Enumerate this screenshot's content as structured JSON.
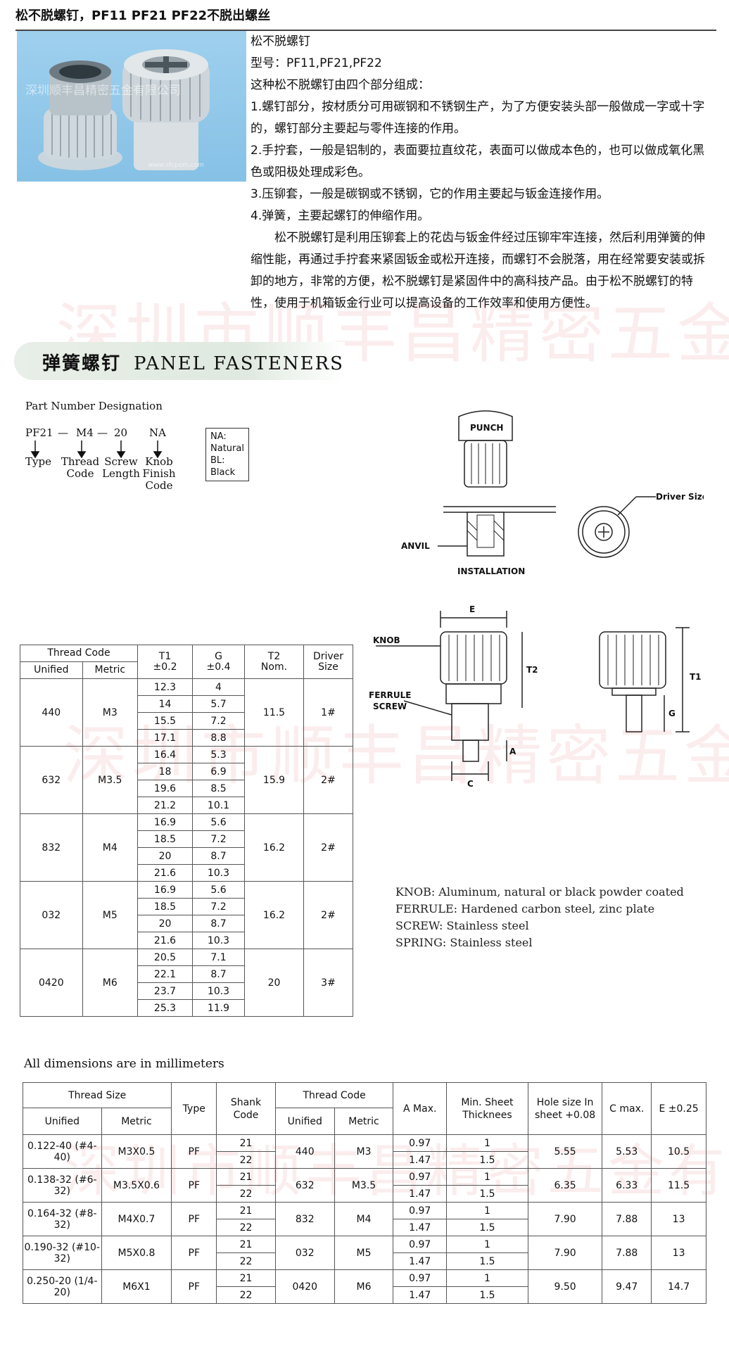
{
  "page_title": "松不脱螺钉，PF11 PF21 PF22不脱出螺丝",
  "photo": {
    "watermark": "深圳顺丰昌精密五金有限公司",
    "url": "www.sfcpem.com"
  },
  "intro": {
    "heading": "松不脱螺钉",
    "model": "型号：PF11,PF21,PF22",
    "lead": "这种松不脱螺钉由四个部分组成：",
    "item1": "1.螺钉部分，按材质分可用碳钢和不锈钢生产，为了方便安装头部一般做成一字或十字的，螺钉部分主要起与零件连接的作用。",
    "item2": "2.手拧套，一般是铝制的，表面要拉直纹花，表面可以做成本色的，也可以做成氧化黑色或阳极处理成彩色。",
    "item3": "3.压铆套，一般是碳钢或不锈钢，它的作用主要起与钣金连接作用。",
    "item4": "4.弹簧，主要起螺钉的伸缩作用。",
    "paragraph": "松不脱螺钉是利用压铆套上的花齿与钣金件经过压铆牢牢连接，然后利用弹簧的伸缩性能，再通过手拧套来紧固钣金或松开连接，而螺钉不会脱落，用在经常要安装或拆卸的地方，非常的方便，松不脱螺钉是紧固件中的高科技产品。由于松不脱螺钉的特性，使用于机箱钣金行业可以提高设备的工作效率和使用方便性。"
  },
  "banner": {
    "cn": "弹簧螺钉",
    "en": "PANEL FASTENERS"
  },
  "watermark_big": "深圳市顺丰昌精密五金有限公司",
  "part_number": {
    "title": "Part Number Designation",
    "codes": [
      "PF21",
      "—",
      "M4",
      "—",
      "20",
      "NA"
    ],
    "labels": [
      "Type",
      "Thread Code",
      "Screw Length",
      "Knob Finish Code"
    ],
    "finish_box": [
      "NA: Natural",
      "BL: Black"
    ]
  },
  "installation_drawing": {
    "punch": "PUNCH",
    "anvil": "ANVIL",
    "installation": "INSTALLATION",
    "driver_size": "Driver Size"
  },
  "dimension_drawing": {
    "knob": "KNOB",
    "ferrule": "FERRULE",
    "screw": "SCREW",
    "E": "E",
    "T2": "T2",
    "T1": "T1",
    "G": "G",
    "A": "A",
    "C": "C"
  },
  "table1": {
    "headers": {
      "thread_code": "Thread Code",
      "unified": "Unified",
      "metric": "Metric",
      "t1": "T1",
      "t1_tol": "±0.2",
      "g": "G",
      "g_tol": "±0.4",
      "t2": "T2",
      "t2_sub": "Nom.",
      "driver": "Driver",
      "driver_sub": "Size"
    },
    "groups": [
      {
        "unified": "440",
        "metric": "M3",
        "t2": "11.5",
        "driver": "1#",
        "rows": [
          [
            "12.3",
            "4"
          ],
          [
            "14",
            "5.7"
          ],
          [
            "15.5",
            "7.2"
          ],
          [
            "17.1",
            "8.8"
          ]
        ]
      },
      {
        "unified": "632",
        "metric": "M3.5",
        "t2": "15.9",
        "driver": "2#",
        "rows": [
          [
            "16.4",
            "5.3"
          ],
          [
            "18",
            "6.9"
          ],
          [
            "19.6",
            "8.5"
          ],
          [
            "21.2",
            "10.1"
          ]
        ]
      },
      {
        "unified": "832",
        "metric": "M4",
        "t2": "16.2",
        "driver": "2#",
        "rows": [
          [
            "16.9",
            "5.6"
          ],
          [
            "18.5",
            "7.2"
          ],
          [
            "20",
            "8.7"
          ],
          [
            "21.6",
            "10.3"
          ]
        ]
      },
      {
        "unified": "032",
        "metric": "M5",
        "t2": "16.2",
        "driver": "2#",
        "rows": [
          [
            "16.9",
            "5.6"
          ],
          [
            "18.5",
            "7.2"
          ],
          [
            "20",
            "8.7"
          ],
          [
            "21.6",
            "10.3"
          ]
        ]
      },
      {
        "unified": "0420",
        "metric": "M6",
        "t2": "20",
        "driver": "3#",
        "rows": [
          [
            "20.5",
            "7.1"
          ],
          [
            "22.1",
            "8.7"
          ],
          [
            "23.7",
            "10.3"
          ],
          [
            "25.3",
            "11.9"
          ]
        ]
      }
    ]
  },
  "materials": [
    "KNOB: Aluminum, natural or black powder coated",
    "FERRULE: Hardened carbon steel, zinc plate",
    "SCREW: Stainless steel",
    "SPRING: Stainless steel"
  ],
  "dims_note": "All dimensions are in millimeters",
  "table2": {
    "headers": {
      "thread_size": "Thread Size",
      "unified": "Unified",
      "metric": "Metric",
      "type": "Type",
      "shank_code": "Shank Code",
      "thread_code": "Thread Code",
      "a_max": "A Max.",
      "min_sheet": "Min. Sheet Thicknees",
      "hole_size": "Hole size In sheet +0.08",
      "c_max": "C max.",
      "e": "E ±0.25"
    },
    "rows": [
      {
        "unified": "0.122-40 (#4-40)",
        "metric": "M3X0.5",
        "type": "PF",
        "shank": [
          "21",
          "22"
        ],
        "tc_unified": "440",
        "tc_metric": "M3",
        "a": [
          "0.97",
          "1.47"
        ],
        "min_sheet": [
          "1",
          "1.5"
        ],
        "hole": "5.55",
        "c": "5.53",
        "e": "10.5"
      },
      {
        "unified": "0.138-32 (#6-32)",
        "metric": "M3.5X0.6",
        "type": "PF",
        "shank": [
          "21",
          "22"
        ],
        "tc_unified": "632",
        "tc_metric": "M3.5",
        "a": [
          "0.97",
          "1.47"
        ],
        "min_sheet": [
          "1",
          "1.5"
        ],
        "hole": "6.35",
        "c": "6.33",
        "e": "11.5"
      },
      {
        "unified": "0.164-32 (#8-32)",
        "metric": "M4X0.7",
        "type": "PF",
        "shank": [
          "21",
          "22"
        ],
        "tc_unified": "832",
        "tc_metric": "M4",
        "a": [
          "0.97",
          "1.47"
        ],
        "min_sheet": [
          "1",
          "1.5"
        ],
        "hole": "7.90",
        "c": "7.88",
        "e": "13"
      },
      {
        "unified": "0.190-32 (#10-32)",
        "metric": "M5X0.8",
        "type": "PF",
        "shank": [
          "21",
          "22"
        ],
        "tc_unified": "032",
        "tc_metric": "M5",
        "a": [
          "0.97",
          "1.47"
        ],
        "min_sheet": [
          "1",
          "1.5"
        ],
        "hole": "7.90",
        "c": "7.88",
        "e": "13"
      },
      {
        "unified": "0.250-20 (1/4-20)",
        "metric": "M6X1",
        "type": "PF",
        "shank": [
          "21",
          "22"
        ],
        "tc_unified": "0420",
        "tc_metric": "M6",
        "a": [
          "0.97",
          "1.47"
        ],
        "min_sheet": [
          "1",
          "1.5"
        ],
        "hole": "9.50",
        "c": "9.47",
        "e": "14.7"
      }
    ]
  }
}
